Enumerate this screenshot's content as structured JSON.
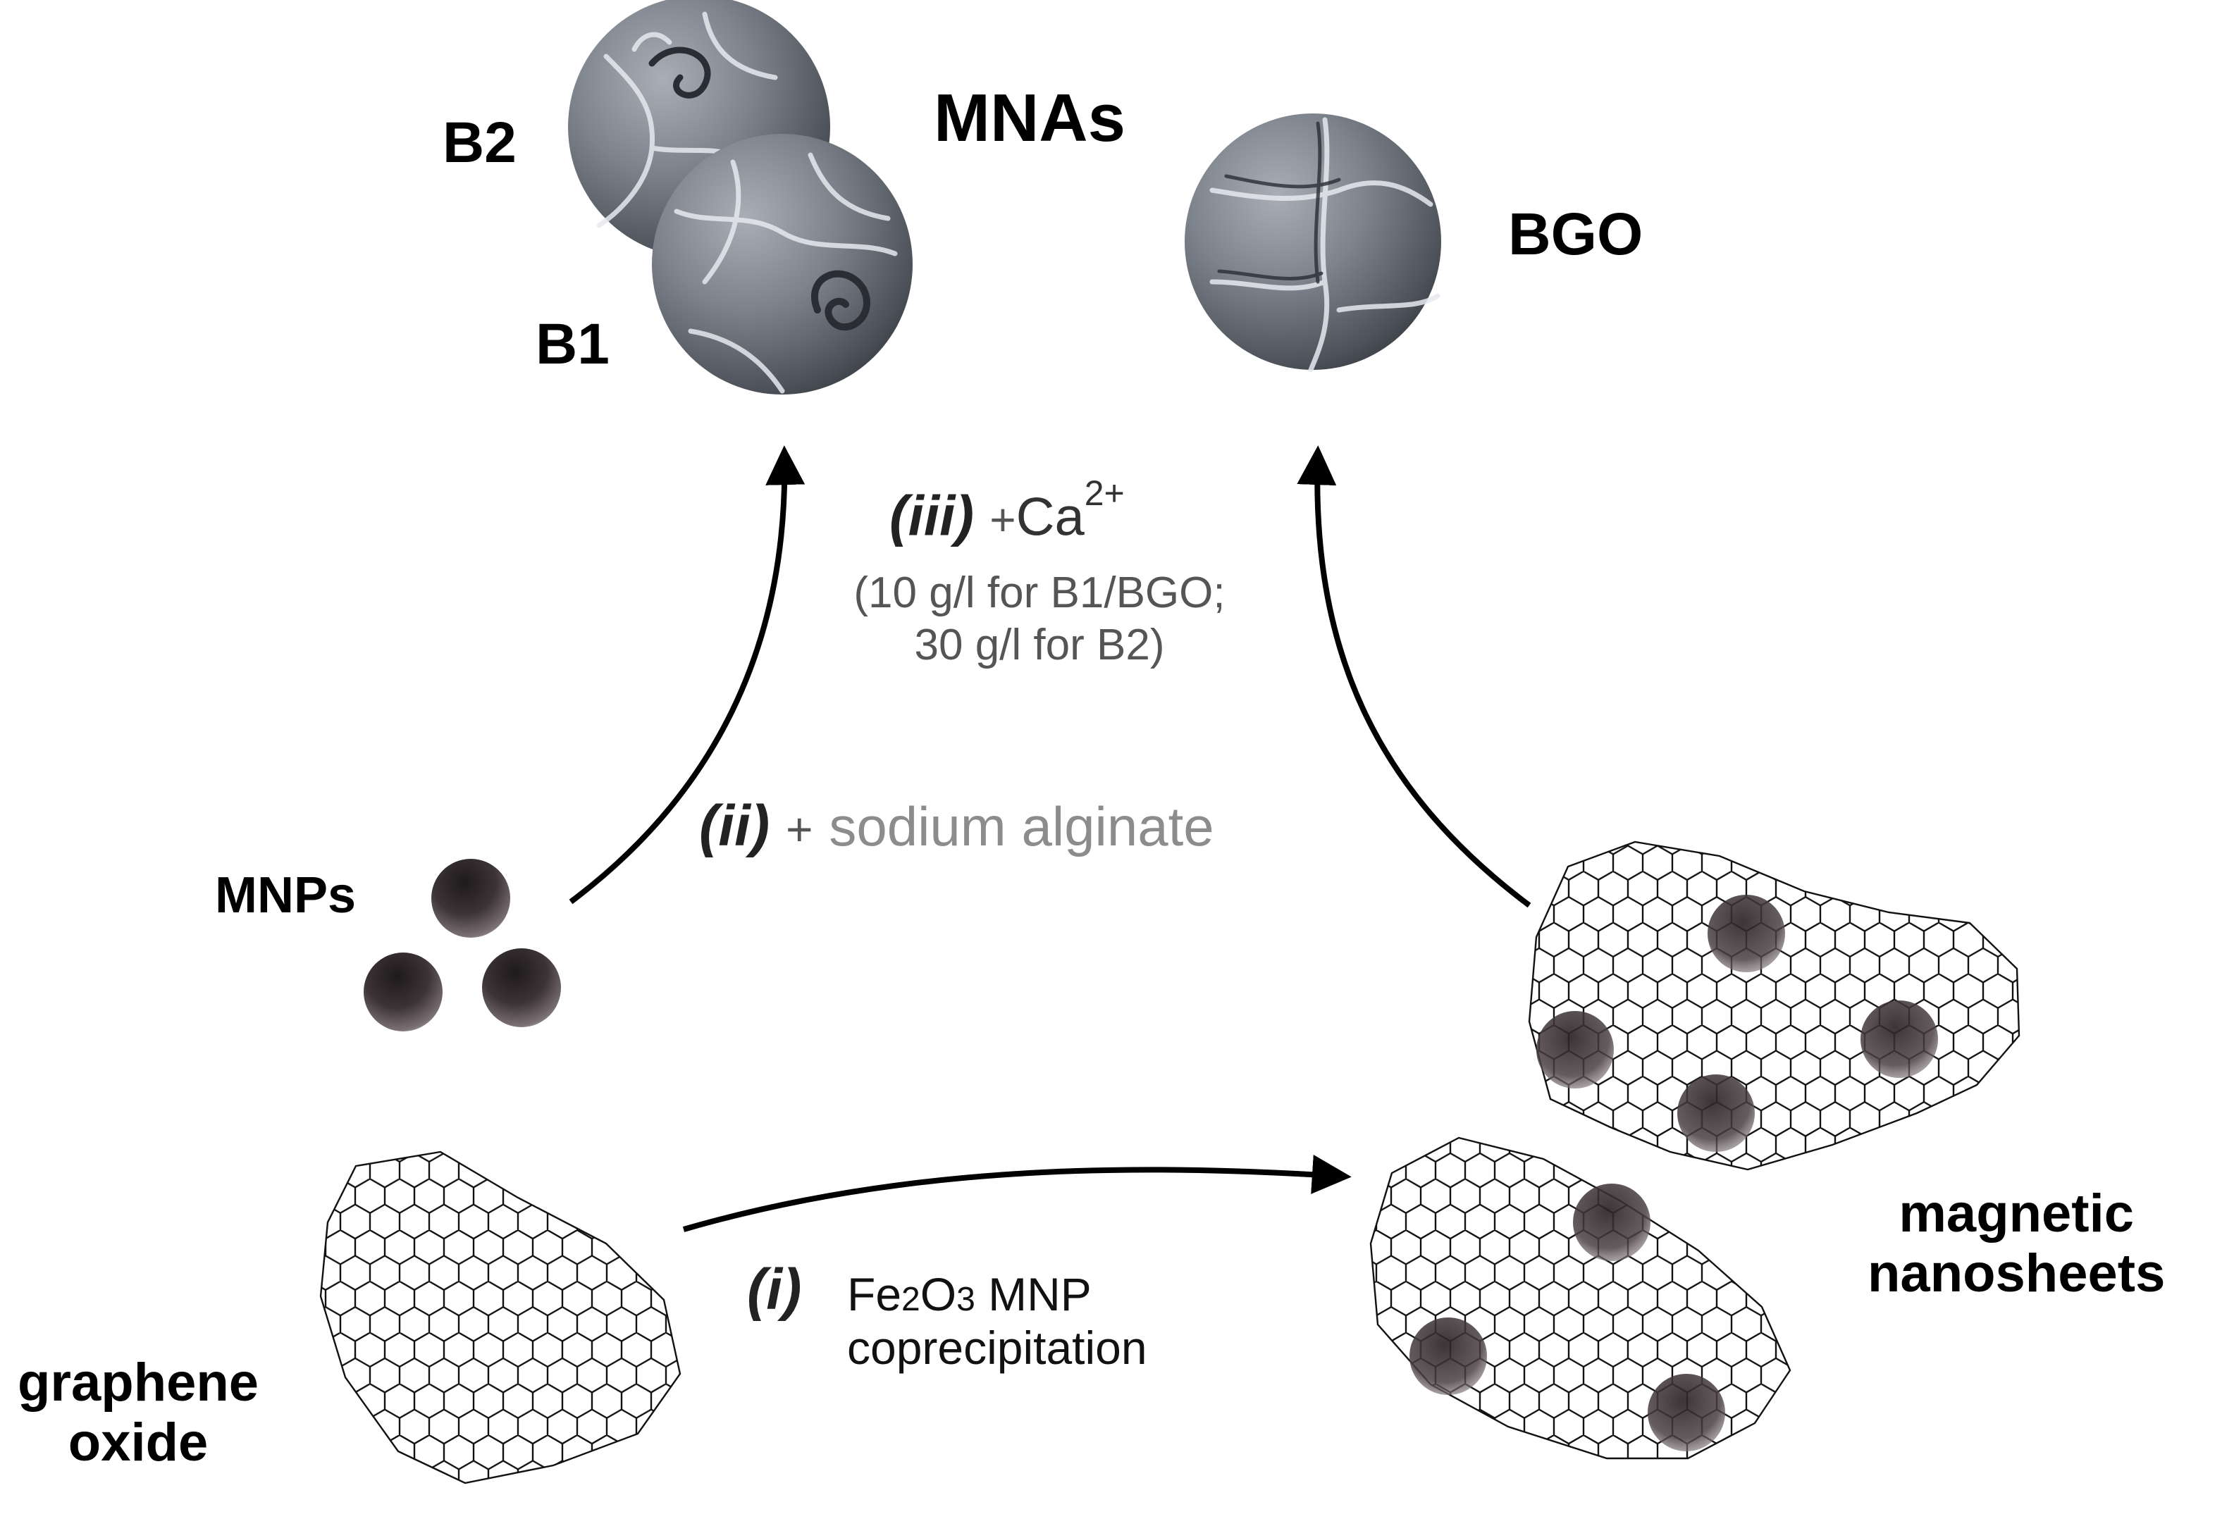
{
  "labels": {
    "mnas": "MNAs",
    "b2": "B2",
    "b1": "B1",
    "bgo": "BGO",
    "mnps": "MNPs",
    "graphene_line1": "graphene",
    "graphene_line2": "oxide",
    "nanosheets_line1": "magnetic",
    "nanosheets_line2": "nanosheets"
  },
  "steps": {
    "i": {
      "numeral": "(i)",
      "fe": "Fe",
      "fe_sub": "2",
      "o": "O",
      "o_sub": "3",
      "rest": " MNP",
      "line2": "coprecipitation"
    },
    "ii": {
      "numeral": "(ii)",
      "plus": "+",
      "reagent": "sodium alginate"
    },
    "iii": {
      "numeral": "(iii)",
      "plus": "+",
      "reagent": "Ca",
      "charge": "2+",
      "note_line1": "(10 g/l for B1/BGO;",
      "note_line2": "30 g/l for B2)"
    }
  },
  "colors": {
    "bead_grey": "#7d838c",
    "crack": "#e6e9ee",
    "particle_dark": "#3c3336",
    "hexagon_line": "#111111",
    "arrow": "#000000"
  }
}
